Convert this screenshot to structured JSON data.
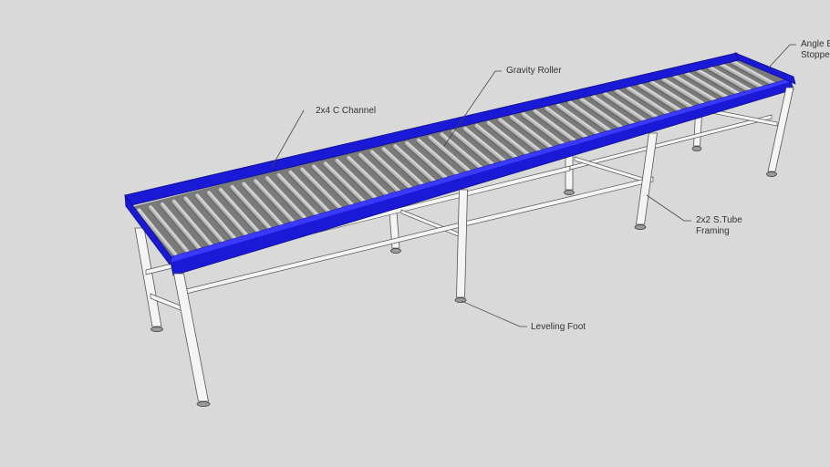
{
  "labels": {
    "c_channel": "2x4 C Channel",
    "gravity_roller": "Gravity Roller",
    "angle_stopper_line1": "Angle B",
    "angle_stopper_line2": "Stopper",
    "tube_framing_line1": "2x2 S.Tube",
    "tube_framing_line2": "Framing",
    "leveling_foot": "Leveling Foot"
  },
  "colors": {
    "background": "#d9d9d9",
    "channel": "#1a1ad6",
    "channel_dark": "#0c0c8a",
    "roller": "#b8b8b8",
    "roller_shadow": "#6e6e6e",
    "frame": "#f4f4f4",
    "frame_edge": "#555555",
    "leader": "#444444"
  },
  "roller_count": 52
}
